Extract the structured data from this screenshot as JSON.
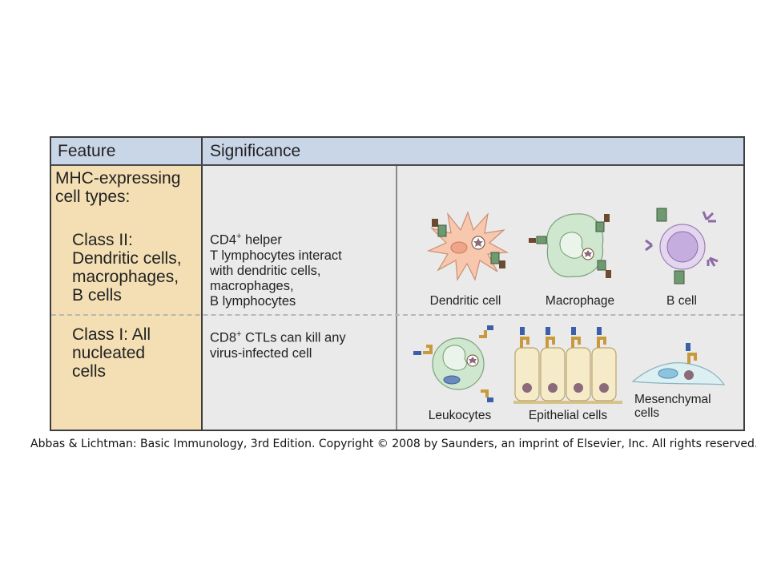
{
  "header": {
    "feature": "Feature",
    "significance": "Significance"
  },
  "feature_col": {
    "title_line1": "MHC-expressing",
    "title_line2": "cell types:",
    "class2_line1": "Class II:",
    "class2_line2": "Dendritic cells,",
    "class2_line3": "macrophages,",
    "class2_line4": "B cells",
    "class1_line1": "Class I: All",
    "class1_line2": "nucleated",
    "class1_line3": "cells"
  },
  "significance_col": {
    "class2_l1_pre": "CD4",
    "class2_l1_sup": "+",
    "class2_l1_post": " helper",
    "class2_l2": "T lymphocytes interact",
    "class2_l3": "with dendritic cells,",
    "class2_l4": "macrophages,",
    "class2_l5": "B lymphocytes",
    "class1_l1_pre": "CD8",
    "class1_l1_sup": "+",
    "class1_l1_post": " CTLs can kill any",
    "class1_l2": "virus-infected cell"
  },
  "cell_labels": {
    "dendritic": "Dendritic cell",
    "macrophage": "Macrophage",
    "bcell": "B cell",
    "leukocytes": "Leukocytes",
    "epithelial": "Epithelial cells",
    "mesenchymal_l1": "Mesenchymal",
    "mesenchymal_l2": "cells"
  },
  "footer": {
    "citation": "Abbas & Lichtman: Basic Immunology, 3rd Edition. Copyright © 2008 by Saunders, an imprint of Elsevier, Inc. All rights reserved."
  },
  "colors": {
    "header_bg": "#c9d6e8",
    "feature_bg": "#f3dfb3",
    "panel_bg": "#ebeaea",
    "mhc_class2": "#6f9a6f",
    "mhc_class1": "#c99a3c",
    "tcr_dark": "#6b4a2f",
    "cd8_blue": "#3b5fa8"
  }
}
